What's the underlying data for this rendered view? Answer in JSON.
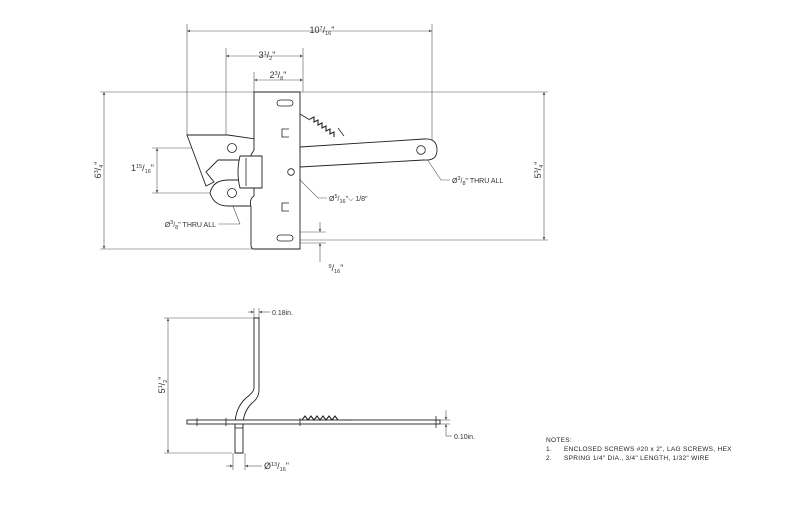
{
  "top_view": {
    "overall_width": {
      "whole": "10",
      "num": "7",
      "den": "16",
      "suffix": "\""
    },
    "plate_width": {
      "whole": "3",
      "num": "1",
      "den": "2",
      "suffix": "\""
    },
    "inner_width": {
      "whole": "2",
      "num": "3",
      "den": "8",
      "suffix": "\""
    },
    "overall_height": {
      "whole": "6",
      "num": "3",
      "den": "4",
      "suffix": "\""
    },
    "hinge_height": {
      "whole": "1",
      "num": "15",
      "den": "16",
      "suffix": "\""
    },
    "arm_height": {
      "whole": "5",
      "num": "3",
      "den": "4",
      "suffix": "\""
    },
    "slot_offset": {
      "whole": "",
      "num": "9",
      "den": "16",
      "suffix": "\""
    },
    "hole_right": {
      "prefix": "Ø",
      "num": "3",
      "den": "8",
      "suffix": "\" THRU ALL"
    },
    "hole_left": {
      "prefix": "Ø",
      "num": "3",
      "den": "8",
      "suffix": "\" THRU ALL"
    },
    "hole_center": {
      "prefix": "Ø",
      "num": "5",
      "den": "16",
      "suffix": "\"⌵ 1/8\""
    }
  },
  "side_view": {
    "thickness_top": "0.18in.",
    "height": {
      "whole": "5",
      "num": "1",
      "den": "2",
      "suffix": "\""
    },
    "thickness_arm": "0.10in.",
    "bend_diameter": {
      "prefix": "Ø",
      "num": "13",
      "den": "16",
      "suffix": "\""
    }
  },
  "notes": {
    "title": "NOTES:",
    "items": [
      {
        "num": "1.",
        "text": "ENCLOSED SCREWS #20 x 2\", LAG SCREWS, HEX"
      },
      {
        "num": "2.",
        "text": "SPRING 1/4\" DIA., 3/4\" LENGTH, 1/32\" WIRE"
      }
    ]
  }
}
